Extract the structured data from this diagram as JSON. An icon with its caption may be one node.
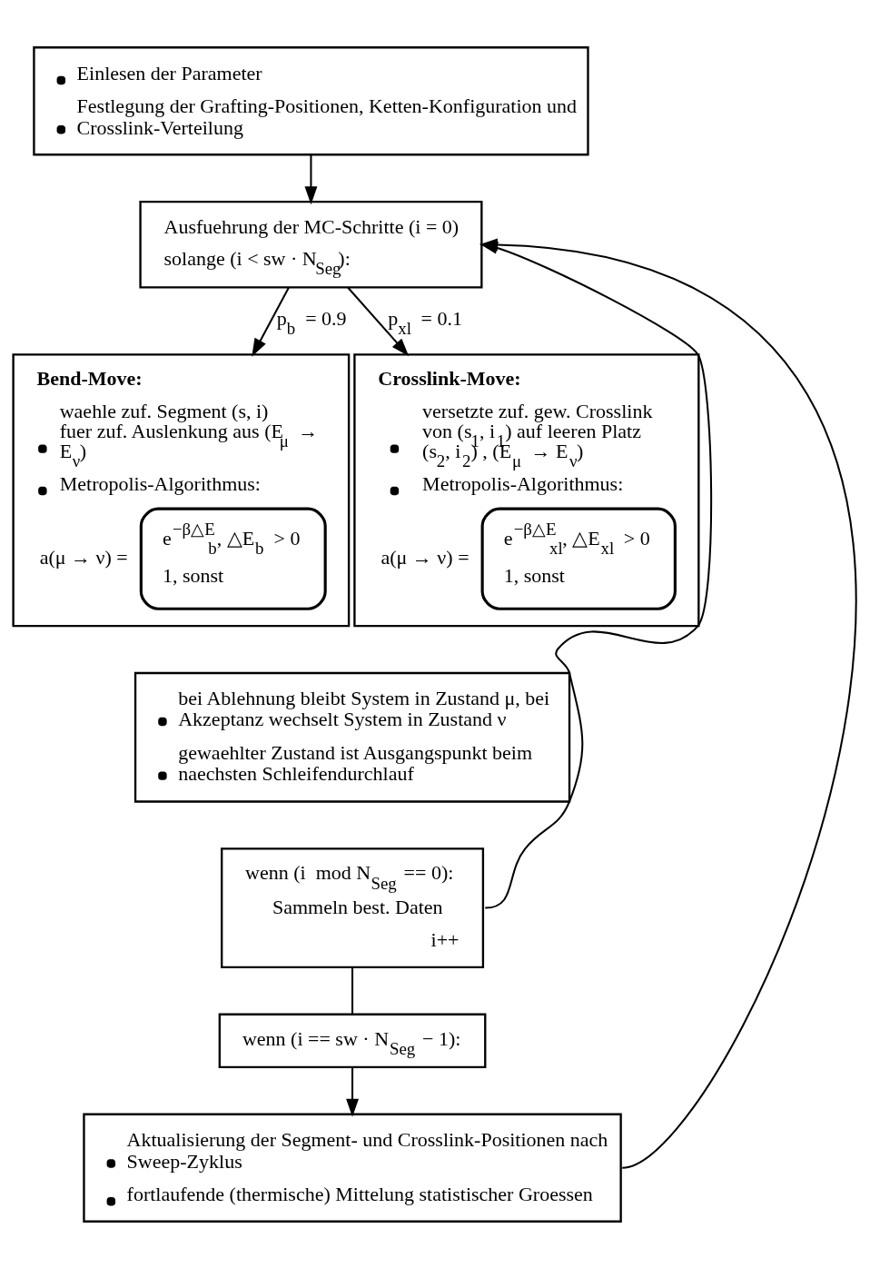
{
  "diagram": {
    "nodes": [
      {
        "text": [
          "Einlesen der Parameter",
          "Festlegung der Grafting-Positionen, Ketten-Konfiguration und Crosslink-Verteilung"
        ]
      },
      {
        "text": [
          "Ausfuehrung der MC-Schritte (i = 0)",
          "solange (i < sw · N$_{Seg}$):"
        ]
      },
      {
        "text": [
          "Bend-Move:",
          "waehle zuf. Segment (s, i) fuer zuf. Auslenkung aus (E$_{μ}$ → E$_{ν}$)",
          "Metropolis-Algorithmus:",
          "a(μ → ν) =",
          "e$^{−β△E}$$_{b}$, △E$_{b}$ > 0",
          "1, sonst"
        ]
      },
      {
        "text": [
          "Crosslink-Move:",
          "versetzte zuf. gew. Crosslink von (s$_{1}$, i$_{1}$) auf leeren Platz (s$_{2}$, i$_{2}$) , (E$_{μ}$ → E$_{ν}$)",
          "Metropolis-Algorithmus:",
          "a(μ → ν) =",
          "e$^{−β△E}$$_{xl}$, △E$_{xl}$ > 0",
          "1, sonst"
        ]
      },
      {
        "text": [
          "bei Ablehnung bleibt System in Zustand μ, bei Akzeptanz wechselt System in Zustand ν",
          "gewaehlter Zustand ist Ausgangspunkt beim naechsten Schleifendurchlauf"
        ]
      },
      {
        "text": [
          "wenn (i  mod N$_{Seg}$ == 0):",
          "Sammeln best. Daten",
          "i++"
        ]
      },
      {
        "text": [
          "wenn (i == sw · N$_{Seg}$ − 1):"
        ]
      },
      {
        "text": [
          "Aktualisierung der Segment- und Crosslink-Positionen nach Sweep-Zyklus",
          "fortlaufende (thermische) Mittelung statistischer Groessen"
        ]
      }
    ],
    "edges": [
      {
        "from": 0,
        "to": 1,
        "arrow": "to"
      },
      {
        "from": 1,
        "to": 2,
        "arrow": "to",
        "label": "p$_{b}$ = 0.9"
      },
      {
        "from": 1,
        "to": 3,
        "arrow": "to",
        "label": "p$_{xl}$ = 0.1"
      },
      {
        "from": 5,
        "to": 1,
        "arrow": "to"
      },
      {
        "from": 5,
        "to": 6,
        "arrow": "none"
      },
      {
        "from": 6,
        "to": 7,
        "arrow": "to"
      },
      {
        "from": 7,
        "to": 1,
        "arrow": "to"
      }
    ]
  }
}
